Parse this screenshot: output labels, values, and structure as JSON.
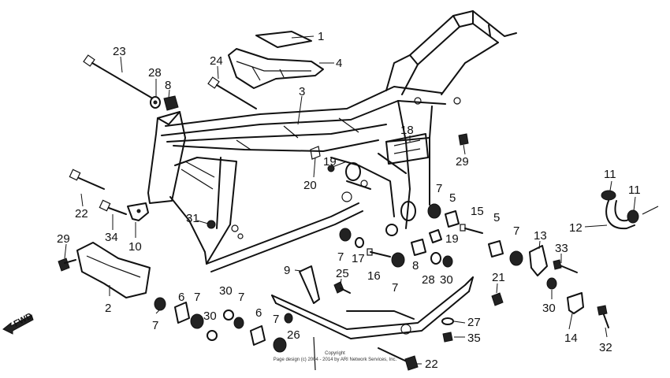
{
  "callouts": [
    "1",
    "2",
    "3",
    "4",
    "5",
    "5",
    "6",
    "6",
    "7",
    "7",
    "7",
    "7",
    "7",
    "7",
    "7",
    "7",
    "8",
    "8",
    "9",
    "10",
    "11",
    "11",
    "12",
    "13",
    "14",
    "15",
    "16",
    "17",
    "18",
    "19",
    "19",
    "20",
    "21",
    "22",
    "22",
    "23",
    "24",
    "25",
    "26",
    "27",
    "28",
    "28",
    "29",
    "29",
    "30",
    "30",
    "30",
    "30",
    "31",
    "32",
    "33",
    "34",
    "35"
  ],
  "fwd_label": "FWD",
  "copyright": {
    "line1": "Copyright",
    "line2": "Page design (c) 2004 - 2014 by ARI Network Services, Inc."
  }
}
